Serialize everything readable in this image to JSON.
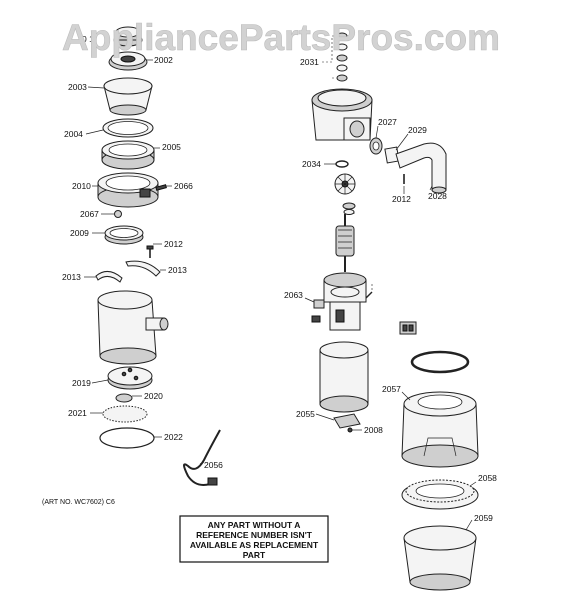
{
  "watermark": "AppliancePartsPros.com",
  "art_number": "(ART NO. WC7602) C6",
  "notice": {
    "line1": "ANY PART WITHOUT A",
    "line2": "REFERENCE NUMBER ISN'T",
    "line3": "AVAILABLE AS REPLACEMENT",
    "line4": "PART"
  },
  "callouts": {
    "c2002a": "2002",
    "c2003": "2003",
    "c2004": "2004",
    "c2005": "2005",
    "c2010": "2010",
    "c2066": "2066",
    "c2067": "2067",
    "c2009": "2009",
    "c2012a": "2012",
    "c2013a": "2013",
    "c2013b": "2013",
    "c2019": "2019",
    "c2020": "2020",
    "c2021": "2021",
    "c2022": "2022",
    "c2056": "2056",
    "c2031": "2031",
    "c2027": "2027",
    "c2029": "2029",
    "c2028": "2028",
    "c2012b": "2012",
    "c2034": "2034",
    "c2063": "2063",
    "c2055": "2055",
    "c2008": "2008",
    "c2057": "2057",
    "c2058": "2058",
    "c2059": "2059",
    "c01": "0 1"
  }
}
